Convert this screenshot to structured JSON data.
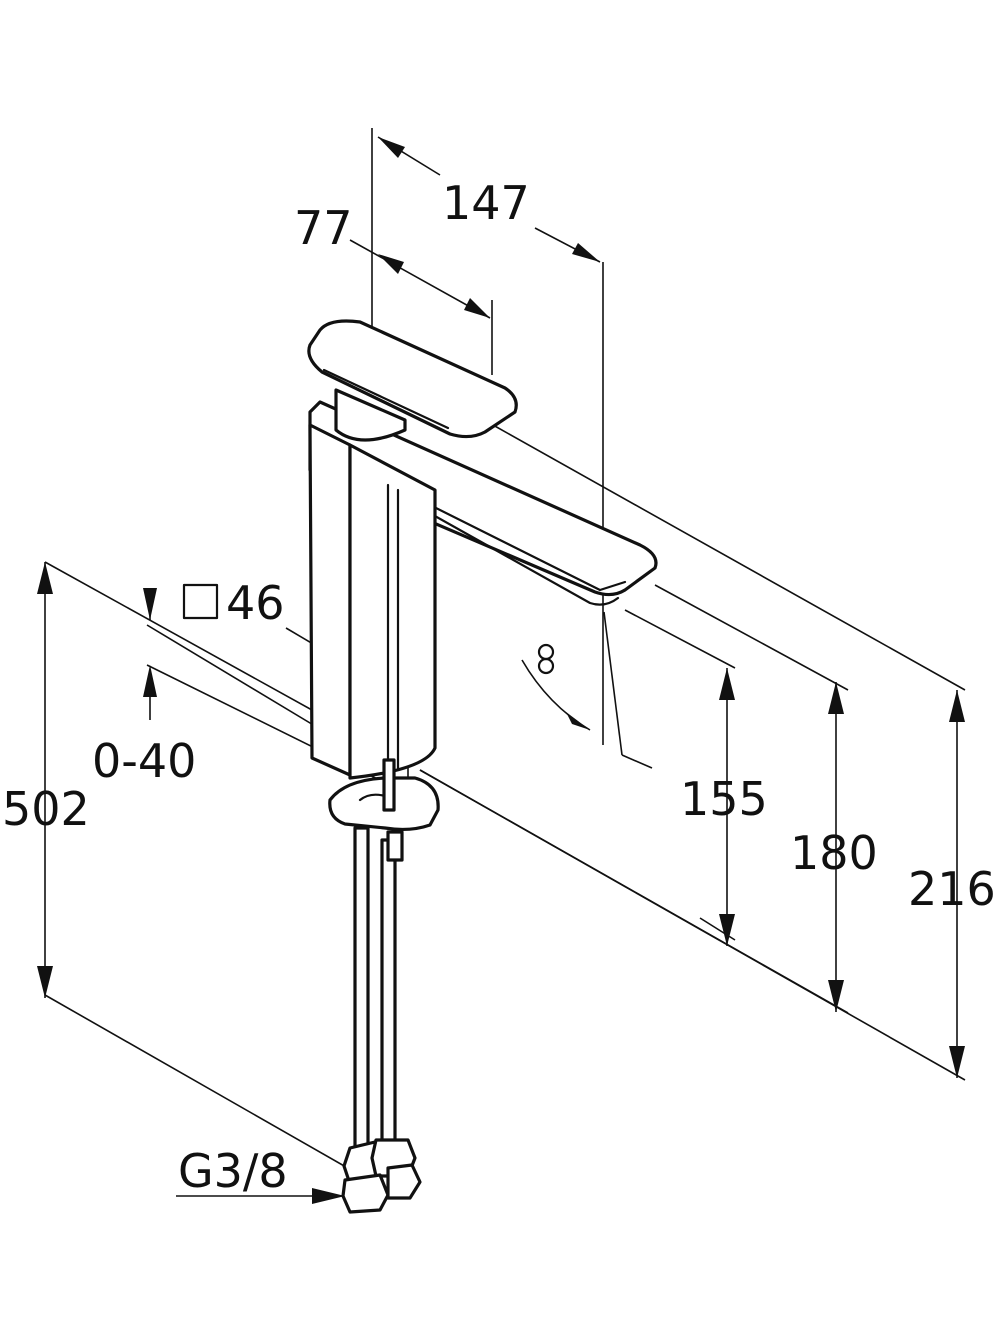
{
  "dimensions": {
    "handle_reach": "147",
    "handle_width": "77",
    "body_square": "46",
    "deck_thickness": "0-40",
    "hose_length": "502",
    "spout_height": "155",
    "outlet_height": "180",
    "total_height": "216",
    "connection_thread": "G3/8",
    "swivel_angle": "8°"
  },
  "colors": {
    "line": "#111111",
    "background": "#ffffff"
  },
  "icons": {
    "square_symbol": "square-icon"
  }
}
